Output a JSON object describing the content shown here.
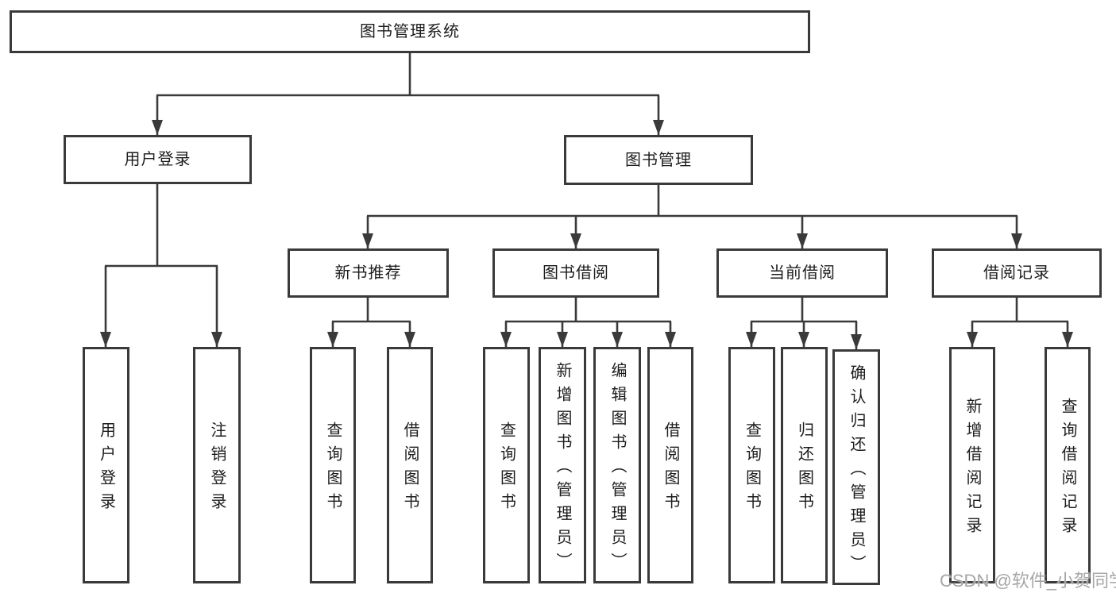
{
  "tree": {
    "label": "图书管理系统",
    "children": [
      {
        "label": "用户登录",
        "children": [
          {
            "label": "用户登录"
          },
          {
            "label": "注销登录"
          }
        ]
      },
      {
        "label": "图书管理",
        "children": [
          {
            "label": "新书推荐",
            "children": [
              {
                "label": "查询图书"
              },
              {
                "label": "借阅图书"
              }
            ]
          },
          {
            "label": "图书借阅",
            "children": [
              {
                "label": "查询图书"
              },
              {
                "label": "新增图书（管理员）"
              },
              {
                "label": "编辑图书（管理员）"
              },
              {
                "label": "借阅图书"
              }
            ]
          },
          {
            "label": "当前借阅",
            "children": [
              {
                "label": "查询图书"
              },
              {
                "label": "归还图书"
              },
              {
                "label": "确认归还（管理员）"
              }
            ]
          },
          {
            "label": "借阅记录",
            "children": [
              {
                "label": "新增借阅记录"
              },
              {
                "label": "查询借阅记录"
              }
            ]
          }
        ]
      }
    ]
  },
  "watermark": {
    "text": "CSDN @软件_小贺同学"
  },
  "colors": {
    "line": "#3a3a3a",
    "box_border": "#3a3a3a",
    "text": "#1d1d1d",
    "watermark": "#a6a6a6",
    "background": "#ffffff"
  }
}
